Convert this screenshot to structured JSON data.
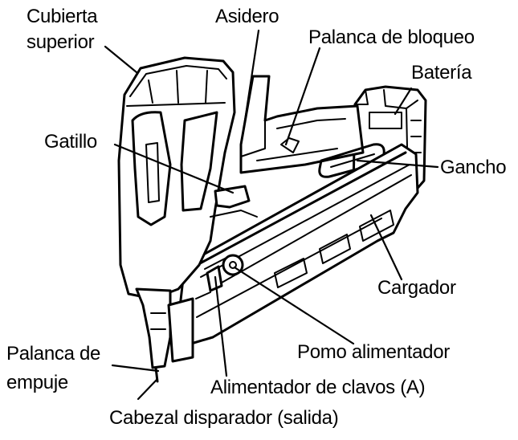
{
  "labels": {
    "cubierta_superior_1": "Cubierta",
    "cubierta_superior_2": "superior",
    "asidero": "Asidero",
    "palanca_bloqueo": "Palanca de bloqueo",
    "bateria": "Batería",
    "gatillo": "Gatillo",
    "gancho": "Gancho",
    "cargador": "Cargador",
    "pomo_alimentador": "Pomo alimentador",
    "palanca_empuje_1": "Palanca de",
    "palanca_empuje_2": "empuje",
    "alimentador_clavos": "Alimentador de clavos (A)",
    "cabezal_disparador": "Cabezal disparador (salida)"
  },
  "colors": {
    "line": "#000000",
    "background": "#ffffff"
  }
}
